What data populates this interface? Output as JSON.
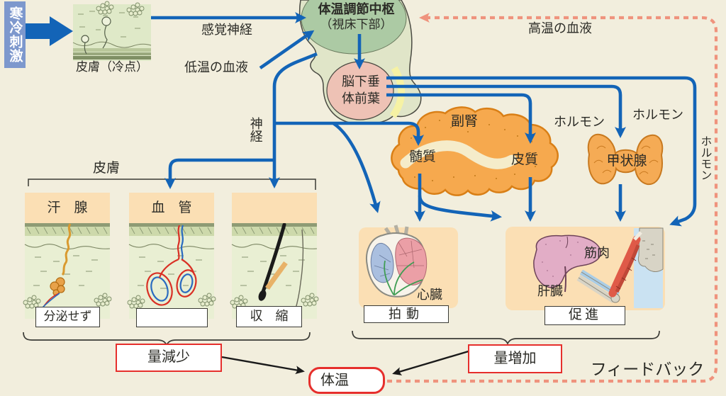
{
  "colors": {
    "background": "#f2eedd",
    "arrow_blue": "#1364b7",
    "feedback_orange": "#ef937d",
    "result_box_red": "#e62f2c",
    "organ_orange": "#f5ab55",
    "panel_peach": "#fbdfb4",
    "stimulus_blue": "#7d98cd"
  },
  "stimulus": {
    "label": "寒冷刺激"
  },
  "receptor": {
    "label": "皮膚（冷点）"
  },
  "pathways": {
    "sensory_nerve": "感覚神経",
    "cold_blood": "低温の血液",
    "warm_blood": "高温の血液",
    "nerve": "神経",
    "hormone_left": "ホルモン",
    "hormone_mid": "ホルモン",
    "hormone_right": "ホルモン",
    "feedback": "フィードバック"
  },
  "brain": {
    "center_line1": "体温調節中枢",
    "center_line2": "（視床下部）",
    "pituitary_line1": "脳下垂",
    "pituitary_line2": "体前葉"
  },
  "adrenal": {
    "label": "副腎",
    "medulla": "髄質",
    "cortex": "皮質"
  },
  "thyroid": {
    "label": "甲状腺"
  },
  "skin_section": {
    "title": "皮膚",
    "panels": [
      {
        "header": "汗　腺",
        "result": "分泌せず"
      },
      {
        "header": "血　管",
        "result": ""
      },
      {
        "header": "",
        "result": "収　縮"
      }
    ]
  },
  "organs": {
    "heart_label": "心臓",
    "heart_result": "拍動",
    "liver_label": "肝臓",
    "muscle_label": "筋肉",
    "liver_muscle_result": "促進"
  },
  "outcome": {
    "decrease": "量減少",
    "increase": "量増加",
    "body_temp": "体温"
  }
}
